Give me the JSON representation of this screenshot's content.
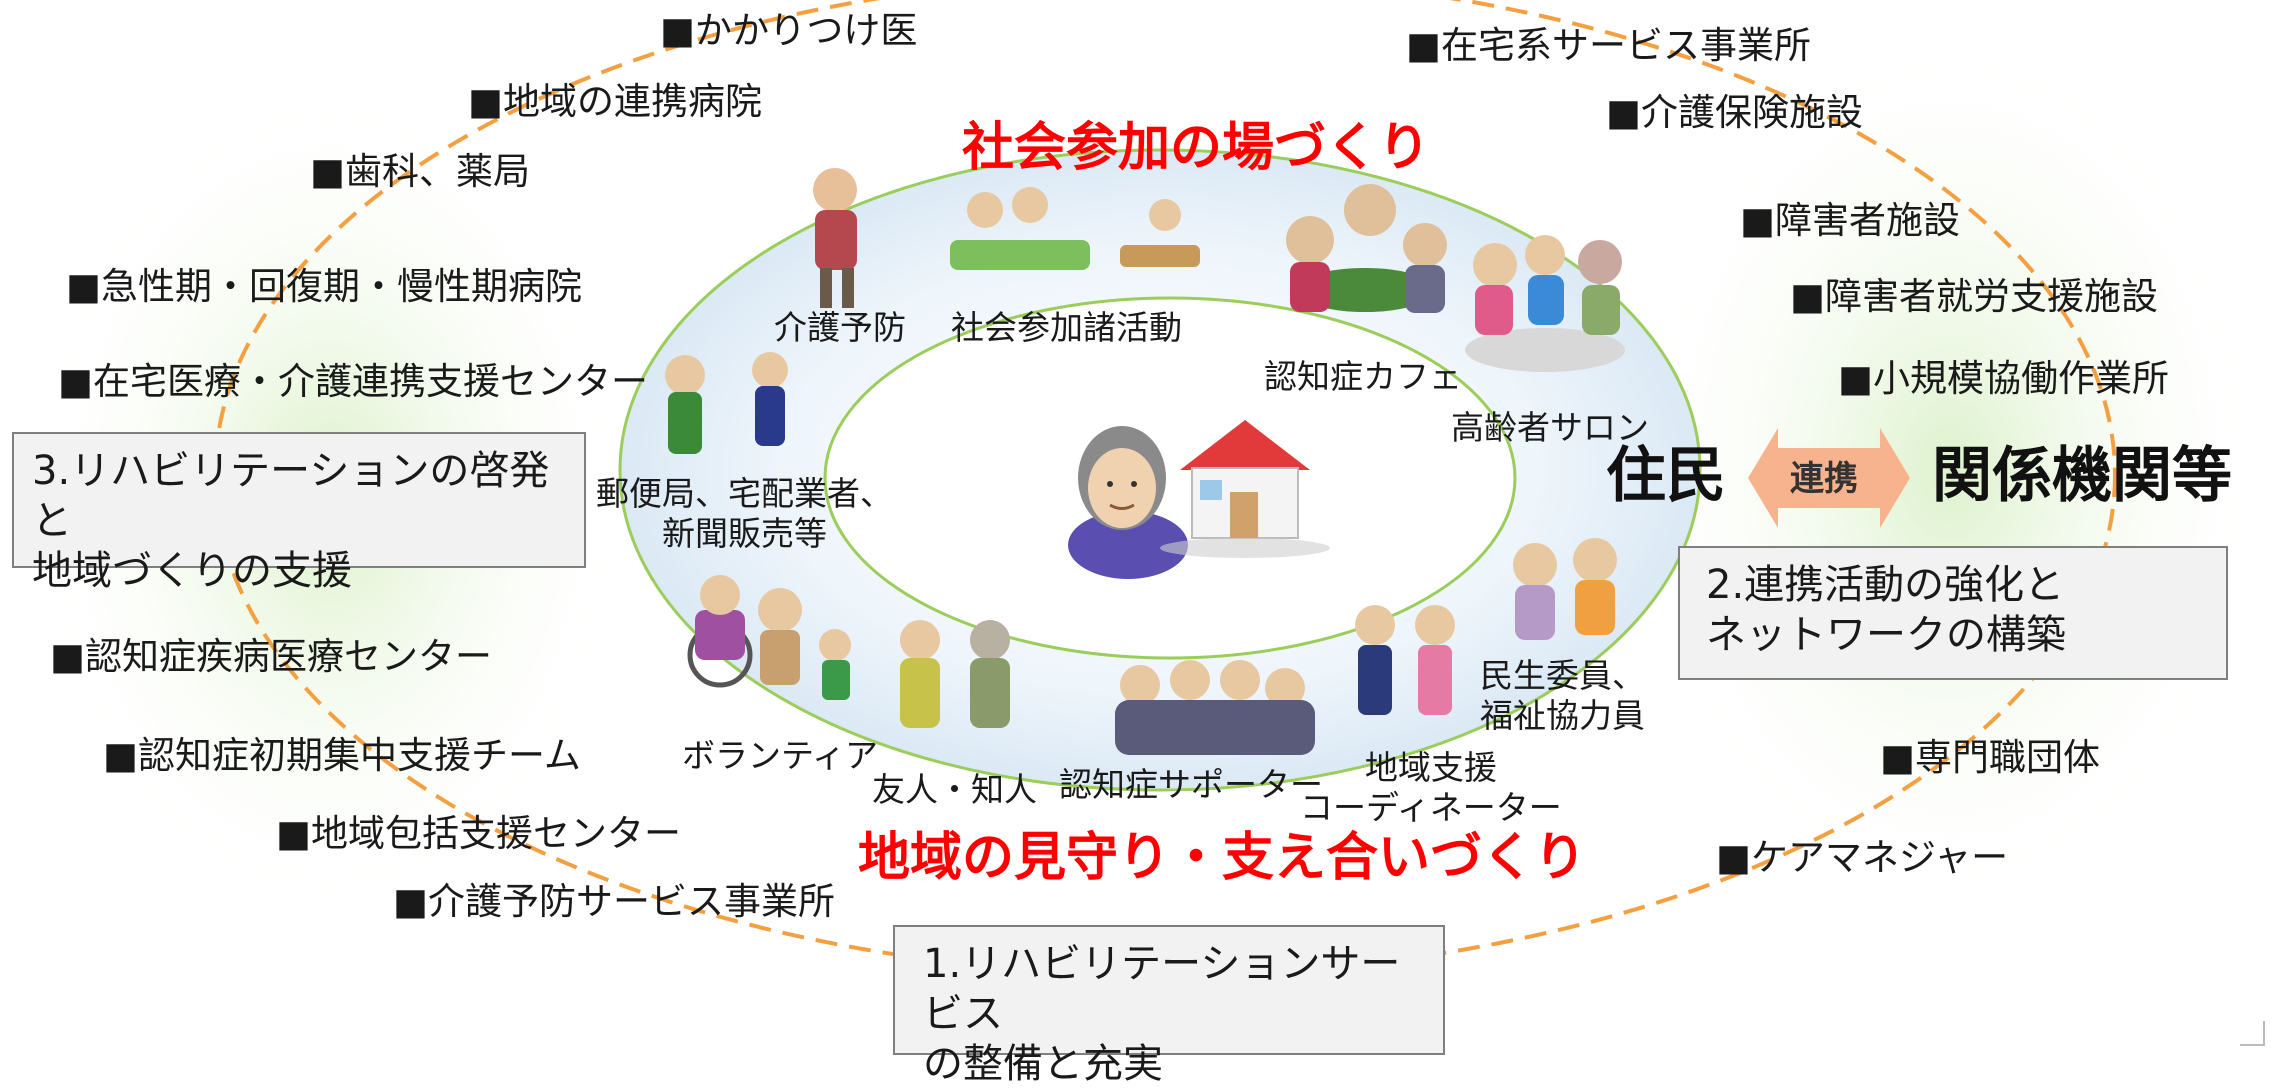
{
  "hospitals_left": [
    "■かかりつけ医",
    "■地域の連携病院",
    "■歯科、薬局",
    "■急性期・回復期・慢性期病院",
    "■在宅医療・介護連携支援センター"
  ],
  "dementia_left": [
    "■認知症疾病医療センター",
    "■認知症初期集中支援チーム",
    "■地域包括支援センター",
    "■介護予防サービス事業所"
  ],
  "services_right": [
    "■在宅系サービス事業所",
    "■介護保険施設",
    "■障害者施設",
    "■障害者就労支援施設",
    "■小規模協働作業所"
  ],
  "professionals_right": [
    "■専門職団体",
    "■ケアマネジャー"
  ],
  "box3": "3.リハビリテーションの啓発と\n地域づくりの支援",
  "box2": "2.連携活動の強化と\nネットワークの構築",
  "box1": "1.リハビリテーションサービス\nの整備と充実",
  "ring_top": "社会参加の場づくり",
  "ring_bottom": "地域の見守り・支え合いづくり",
  "residents": "住民",
  "link": "連携",
  "agencies": "関係機関等",
  "ring_items": {
    "kaigo_yobo": "介護予防",
    "shakai_katsudo": "社会参加諸活動",
    "ninchi_cafe": "認知症カフェ",
    "salon": "高齢者サロン",
    "yubin": "郵便局、宅配業者、\n新聞販売等",
    "volunteer": "ボランティア",
    "yujin": "友人・知人",
    "supporter": "認知症サポーター",
    "coordinator": "地域支援\nコーディネーター",
    "minsei": "民生委員、\n福祉協力員"
  },
  "colors": {
    "red_heading": "#ff0000",
    "dashed_ellipse": "#f4a040",
    "ring_border": "#9acd5a",
    "ring_fill": "#e6f1f8",
    "arrow": "#f6b38e"
  },
  "icons": [
    "elderly-person-icon",
    "house-icon",
    "group-icon",
    "mail-carrier-icon",
    "wheelchair-icon"
  ]
}
